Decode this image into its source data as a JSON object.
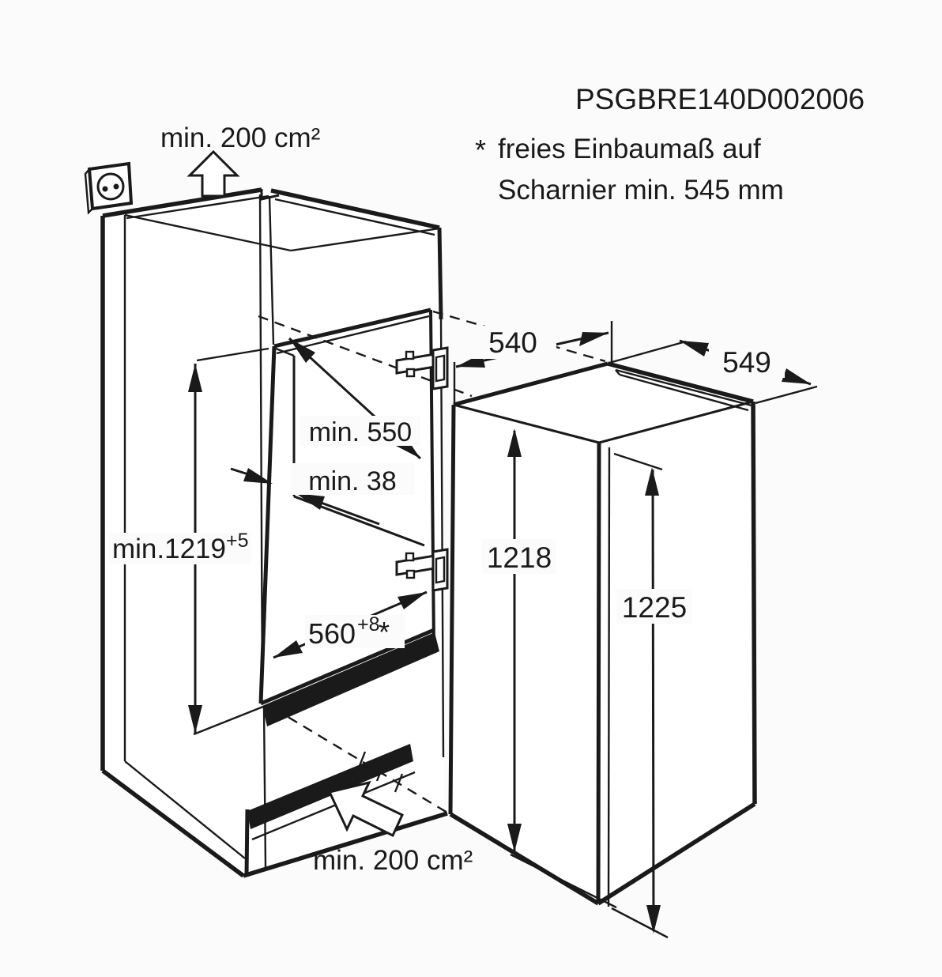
{
  "document": {
    "code": "PSGBRE140D002006"
  },
  "footnote": {
    "marker": "*",
    "line1": "freies Einbaumaß auf",
    "line2": "Scharnier min. 545 mm"
  },
  "ventilation": {
    "top_label": "min. 200 cm²",
    "bottom_label": "min. 200 cm²"
  },
  "dimensions": {
    "niche_width_top": "540",
    "appliance_depth": "549",
    "niche_depth": "min. 550",
    "door_wall_gap": "min. 38",
    "niche_height": {
      "base": "min.1219",
      "tolerance": "+5"
    },
    "niche_floor_width": {
      "base": "560",
      "tolerance": "+8",
      "footnote_marker": "*"
    },
    "appliance_height": "1218",
    "appliance_door_height": "1225"
  },
  "icons": {
    "socket": "power-socket",
    "airflow_top": "up-arrow",
    "airflow_bottom": "up-left-arrow"
  },
  "colors": {
    "line": "#1a1a1a",
    "background": "#ffffff"
  }
}
